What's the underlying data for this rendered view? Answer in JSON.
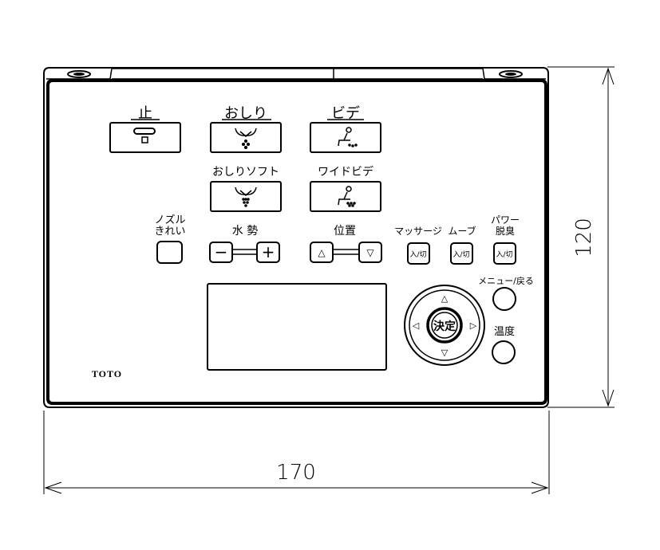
{
  "dimensions": {
    "width_label": "170",
    "height_label": "120"
  },
  "brand": "TOTO",
  "buttons": {
    "stop_label": "止",
    "oshiri_label": "おしり",
    "bidet_label": "ビデ",
    "oshiri_soft_label": "おしりソフト",
    "wide_bidet_label": "ワイドビデ",
    "nozzle_clean_label_line1": "ノズル",
    "nozzle_clean_label_line2": "きれい",
    "water_pressure_label": "水 勢",
    "minus_symbol": "−",
    "plus_symbol": "+",
    "position_label": "位置",
    "up_symbol": "△",
    "down_symbol": "▽",
    "massage_label": "マッサージ",
    "move_label": "ムーブ",
    "power_deodorize_line1": "パワー",
    "power_deodorize_line2": "脱臭",
    "on_off_label": "入/切",
    "menu_back_label": "メニュー/戻る",
    "temperature_label": "温度",
    "confirm_label": "決定",
    "dpad_up": "△",
    "dpad_down": "▽",
    "dpad_left": "◁",
    "dpad_right": "▷"
  }
}
